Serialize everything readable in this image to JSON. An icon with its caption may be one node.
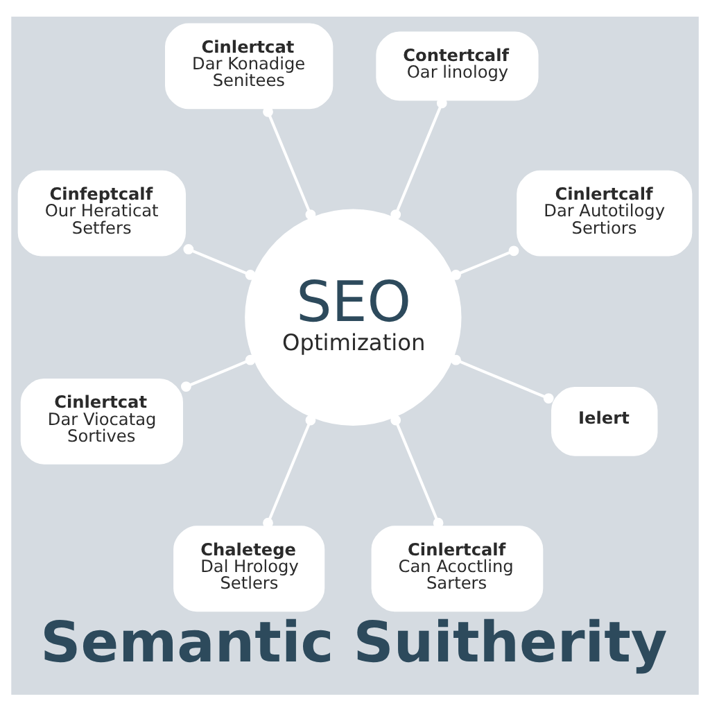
{
  "diagram": {
    "caption": "Semantic Suitherity",
    "nodes": [
      {
        "text": [
          "SEO",
          "Optimization"
        ]
      },
      {
        "text": [
          "Cinlertcalf",
          "Dar Autotilogy Sertiors"
        ]
      },
      {
        "text": [
          "Contertcalf",
          "Oar linology"
        ]
      },
      {
        "text": [
          "Cinlertcat",
          "Dar Konadige Senitees"
        ]
      },
      {
        "text": [
          "Cinfeptcalf",
          "Our Heraticat Setfers"
        ]
      },
      {
        "text": [
          "Cinlertcat",
          "Dar Viocatag Sortives"
        ]
      },
      {
        "text": [
          "Chaletege",
          "Dal Hrology Setlers"
        ]
      },
      {
        "text": [
          "Cinlertcalf",
          "Can Acoctling Sarters"
        ]
      },
      {
        "text": [
          "Ielert"
        ]
      }
    ],
    "edges": [
      {
        "from": 0,
        "to": 1,
        "arrow": "other"
      },
      {
        "from": 0,
        "to": 3,
        "arrow": "other"
      },
      {
        "from": 0,
        "to": 5,
        "arrow": "other"
      },
      {
        "from": 0,
        "to": 7,
        "arrow": "other"
      },
      {
        "from": 0,
        "to": 8,
        "arrow": "other"
      },
      {
        "from": 0,
        "to": 6,
        "arrow": "other"
      },
      {
        "from": 0,
        "to": 4,
        "arrow": "other"
      },
      {
        "from": 0,
        "to": 2,
        "arrow": "other"
      }
    ]
  }
}
